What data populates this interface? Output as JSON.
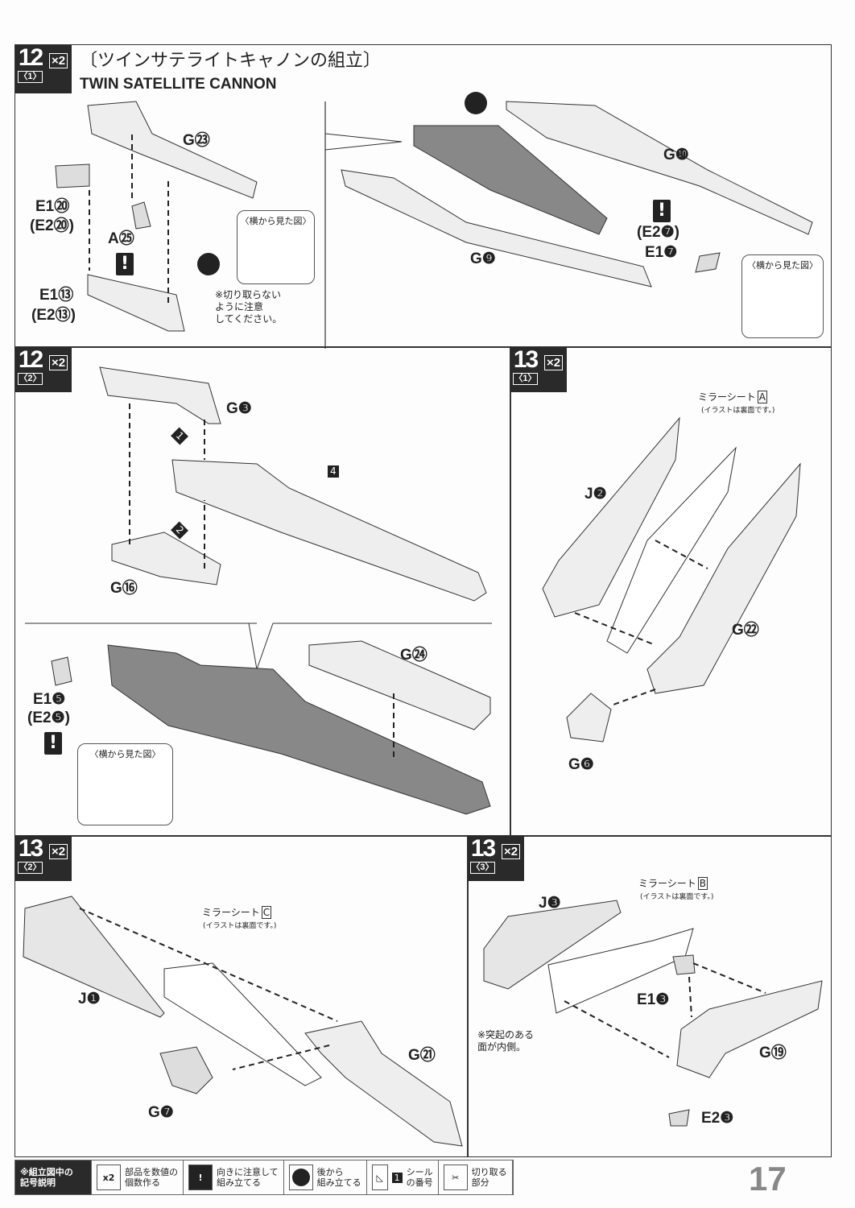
{
  "step12_1": {
    "number": "12",
    "sub": "〈1〉",
    "times": "×2",
    "title_jp": "〔ツインサテライトキャノンの組立〕",
    "title_en": "TWIN SATELLITE CANNON",
    "parts": {
      "g23": "G㉓",
      "e1_20": "E1⑳",
      "e2_20": "(E2⑳)",
      "a25": "A㉕",
      "e1_13": "E1⑬",
      "e2_13": "(E2⑬)",
      "g10": "G❿",
      "g9": "G❾",
      "e2_7": "(E2❼)",
      "e1_7": "E1❼"
    },
    "side_view": "〈横から見た図〉",
    "note": "※切り取らない\nように注意\nしてください。",
    "warn": "!"
  },
  "step12_2": {
    "number": "12",
    "sub": "〈2〉",
    "times": "×2",
    "parts": {
      "g3": "G❸",
      "g16": "G⑯",
      "g24": "G㉔",
      "e1_5": "E1❺",
      "e2_5": "(E2❺)"
    },
    "order1": "1",
    "order2": "2",
    "sticker": "4",
    "side_view": "〈横から見た図〉",
    "warn": "!"
  },
  "step13_1": {
    "number": "13",
    "sub": "〈1〉",
    "times": "×2",
    "mirror": "ミラーシート",
    "mirror_letter": "A",
    "mirror_note": "(イラストは裏面です。)",
    "parts": {
      "j2": "J❷",
      "g22": "G㉒",
      "g6": "G❻"
    }
  },
  "step13_2": {
    "number": "13",
    "sub": "〈2〉",
    "times": "×2",
    "mirror": "ミラーシート",
    "mirror_letter": "C",
    "mirror_note": "(イラストは裏面です。)",
    "parts": {
      "j1": "J❶",
      "g21": "G㉑",
      "g7": "G❼"
    }
  },
  "step13_3": {
    "number": "13",
    "sub": "〈3〉",
    "times": "×2",
    "mirror": "ミラーシート",
    "mirror_letter": "B",
    "mirror_note": "(イラストは裏面です。)",
    "parts": {
      "j3": "J❸",
      "e1_3": "E1❸",
      "g19": "G⑲",
      "e2_3": "E2❸"
    },
    "note": "※突起のある\n面が内側。"
  },
  "legend": {
    "title": "※組立図中の\n記号説明",
    "items": [
      {
        "icon": "x2",
        "text": "部品を数値の\n個数作る"
      },
      {
        "icon": "!",
        "text": "向きに注意して\n組み立てる"
      },
      {
        "icon": "",
        "text": "後から\n組み立てる"
      },
      {
        "icon": "1",
        "text": "シール\nの番号"
      },
      {
        "icon": "✂",
        "text": "切り取る\n部分"
      }
    ]
  },
  "page_number": "17"
}
